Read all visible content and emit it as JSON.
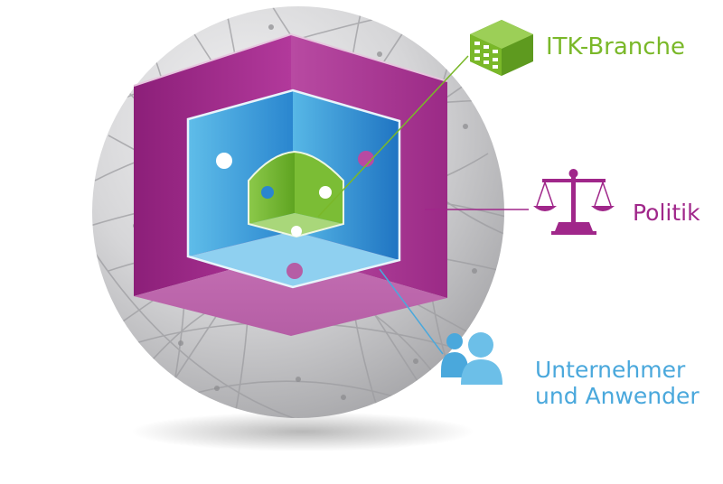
{
  "labels": {
    "itk": "ITK-Branche",
    "politik": "Politik",
    "user_line1": "Unternehmer",
    "user_line2": "und Anwender"
  },
  "icons": {
    "itk": "office-building-icon",
    "politik": "scales-of-justice-icon",
    "user": "people-icon"
  },
  "colors": {
    "green": "#7ab829",
    "purple": "#a0278a",
    "blue": "#4aa8dc",
    "globe": "#c9c9cb"
  }
}
